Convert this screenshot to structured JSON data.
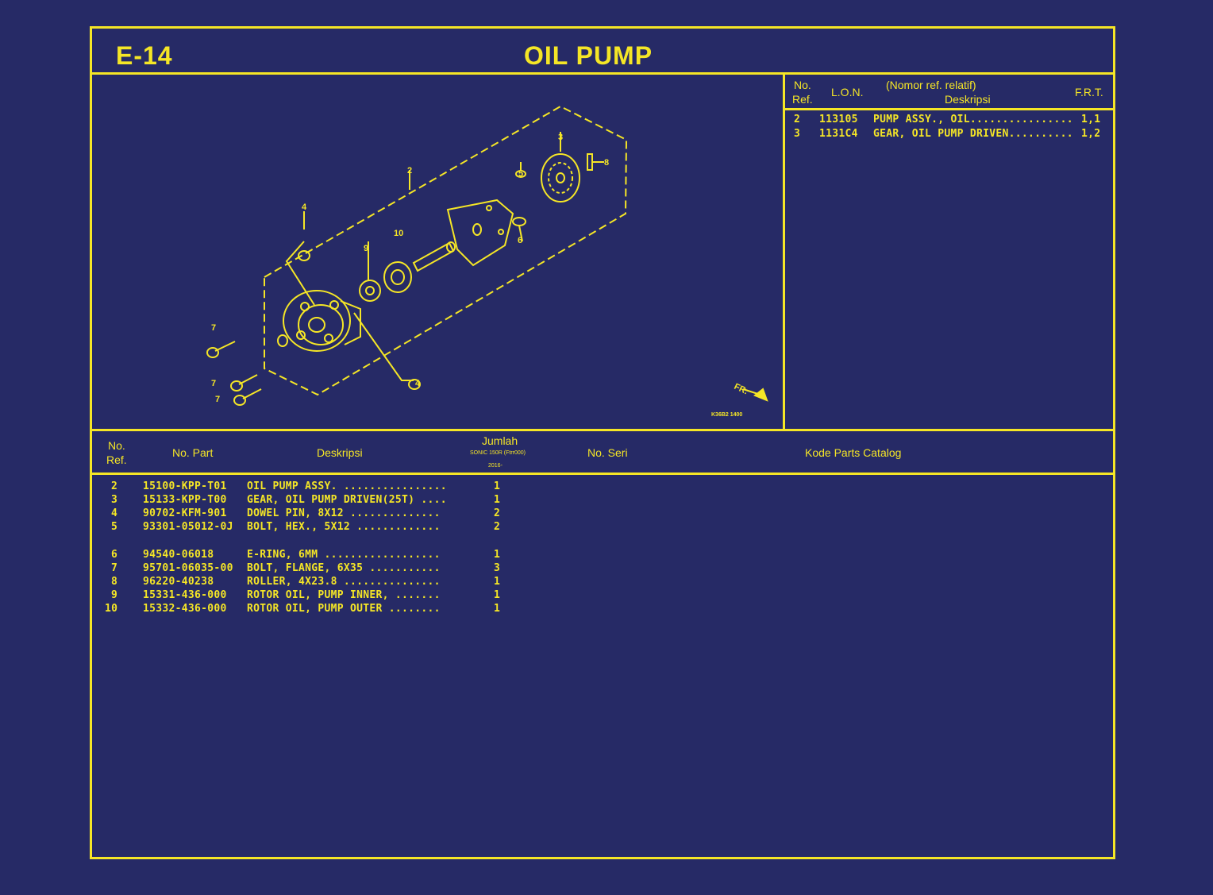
{
  "header": {
    "code": "E-14",
    "title": "OIL PUMP"
  },
  "ref_table": {
    "headers": {
      "no_ref_1": "No.",
      "no_ref_2": "Ref.",
      "lon": "L.O.N.",
      "nomor_ref": "(Nomor ref. relatif)",
      "deskripsi": "Deskripsi",
      "frt": "F.R.T."
    },
    "rows": [
      {
        "ref": "2",
        "lon": "113105",
        "desc": "PUMP ASSY., OIL................",
        "frt": "1,1"
      },
      {
        "ref": "3",
        "lon": "1131C4",
        "desc": "GEAR, OIL PUMP DRIVEN..........",
        "frt": "1,2"
      }
    ]
  },
  "diagram": {
    "callouts": [
      "2",
      "3",
      "4",
      "5",
      "7",
      "7",
      "7",
      "8",
      "9",
      "10",
      "4",
      "6"
    ],
    "front_label": "FR.",
    "image_code": "K36B2 1400"
  },
  "parts_table": {
    "headers": {
      "no_ref_1": "No.",
      "no_ref_2": "Ref.",
      "no_part": "No. Part",
      "deskripsi": "Deskripsi",
      "jumlah": "Jumlah",
      "model": "SONIC 150R (Ftrr000)",
      "year": "2016-",
      "no_seri": "No. Seri",
      "kode": "Kode Parts Catalog"
    },
    "rows": [
      {
        "ref": "2",
        "part": "15100-KPP-T01",
        "desc": "OIL PUMP ASSY. ................",
        "qty": "1"
      },
      {
        "ref": "3",
        "part": "15133-KPP-T00",
        "desc": "GEAR, OIL PUMP DRIVEN(25T) ....",
        "qty": "1"
      },
      {
        "ref": "4",
        "part": "90702-KFM-901",
        "desc": "DOWEL PIN, 8X12 ..............",
        "qty": "2"
      },
      {
        "ref": "5",
        "part": "93301-05012-0J",
        "desc": "BOLT, HEX., 5X12 .............",
        "qty": "2"
      },
      {
        "ref": "6",
        "part": "94540-06018",
        "desc": "E-RING, 6MM ..................",
        "qty": "1"
      },
      {
        "ref": "7",
        "part": "95701-06035-00",
        "desc": "BOLT, FLANGE, 6X35 ...........",
        "qty": "3"
      },
      {
        "ref": "8",
        "part": "96220-40238",
        "desc": "ROLLER, 4X23.8 ...............",
        "qty": "1"
      },
      {
        "ref": "9",
        "part": "15331-436-000",
        "desc": "ROTOR OIL, PUMP INNER, .......",
        "qty": "1"
      },
      {
        "ref": "10",
        "part": "15332-436-000",
        "desc": "ROTOR OIL, PUMP OUTER ........",
        "qty": "1"
      }
    ]
  }
}
